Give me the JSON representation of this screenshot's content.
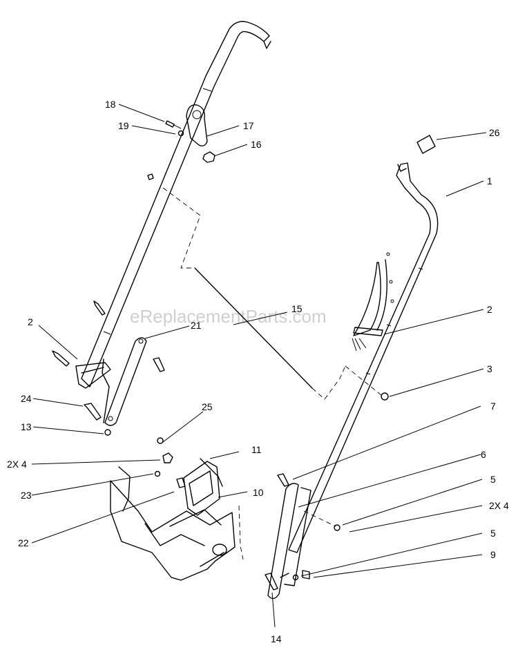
{
  "watermark": "eReplacementParts.com",
  "callouts": {
    "c1": "1",
    "c2a": "2",
    "c2b": "2",
    "c3": "3",
    "c5a": "5",
    "c5b": "5",
    "c6": "6",
    "c7": "7",
    "c9": "9",
    "c10": "10",
    "c11": "11",
    "c13": "13",
    "c14": "14",
    "c15": "15",
    "c16": "16",
    "c17": "17",
    "c18": "18",
    "c19": "19",
    "c21": "21",
    "c22": "22",
    "c23": "23",
    "c24": "24",
    "c25": "25",
    "c26": "26",
    "c2x4a": "2X 4",
    "c2x4b": "2X 4"
  }
}
